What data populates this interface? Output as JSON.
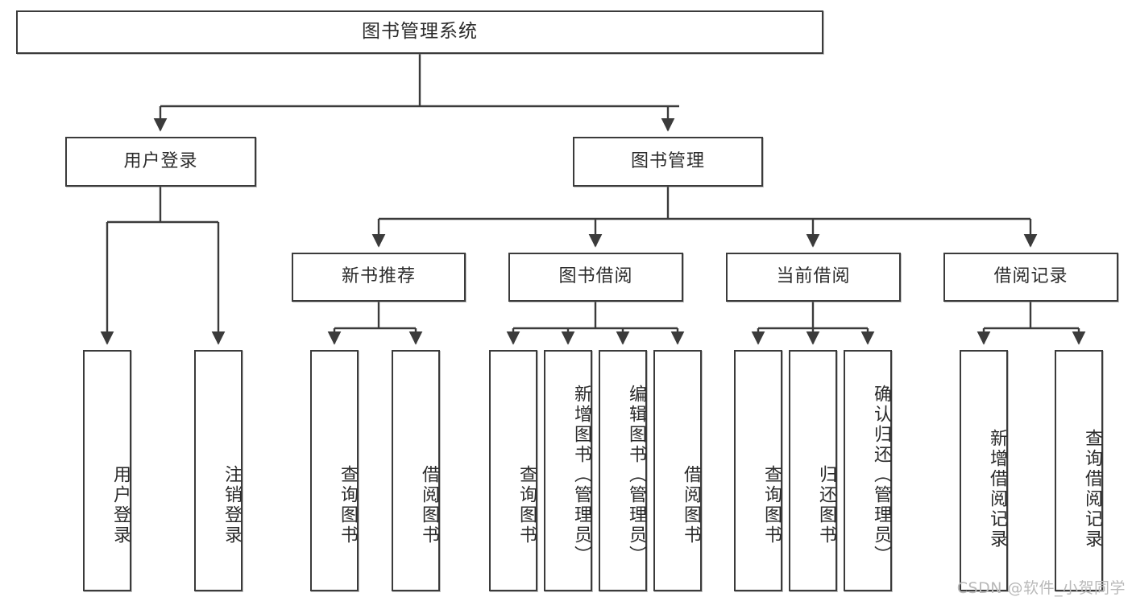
{
  "diagram": {
    "type": "tree-hierarchy-functional-decomposition",
    "root": {
      "id": "root",
      "label": "图书管理系统"
    },
    "level2": [
      {
        "id": "user-login",
        "label": "用户登录"
      },
      {
        "id": "book-management",
        "label": "图书管理"
      }
    ],
    "level3": [
      {
        "id": "new-book-recommend",
        "label": "新书推荐",
        "parent": "book-management"
      },
      {
        "id": "book-borrow",
        "label": "图书借阅",
        "parent": "book-management"
      },
      {
        "id": "current-borrow",
        "label": "当前借阅",
        "parent": "book-management"
      },
      {
        "id": "borrow-record",
        "label": "借阅记录",
        "parent": "book-management"
      }
    ],
    "leaves": [
      {
        "id": "leaf-user-login",
        "label": "用户登录",
        "parent": "user-login"
      },
      {
        "id": "leaf-logout",
        "label": "注销登录",
        "parent": "user-login"
      },
      {
        "id": "leaf-query-book-1",
        "label": "查询图书",
        "parent": "new-book-recommend"
      },
      {
        "id": "leaf-borrow-book-1",
        "label": "借阅图书",
        "parent": "new-book-recommend"
      },
      {
        "id": "leaf-query-book-2",
        "label": "查询图书",
        "parent": "book-borrow"
      },
      {
        "id": "leaf-add-book",
        "label": "新增图书（管理员）",
        "parent": "book-borrow"
      },
      {
        "id": "leaf-edit-book",
        "label": "编辑图书（管理员）",
        "parent": "book-borrow"
      },
      {
        "id": "leaf-borrow-book-2",
        "label": "借阅图书",
        "parent": "book-borrow"
      },
      {
        "id": "leaf-query-book-3",
        "label": "查询图书",
        "parent": "current-borrow"
      },
      {
        "id": "leaf-return-book",
        "label": "归还图书",
        "parent": "current-borrow"
      },
      {
        "id": "leaf-confirm-return",
        "label": "确认归还（管理员）",
        "parent": "current-borrow"
      },
      {
        "id": "leaf-add-record",
        "label": "新增借阅记录",
        "parent": "borrow-record"
      },
      {
        "id": "leaf-query-record",
        "label": "查询借阅记录",
        "parent": "borrow-record"
      }
    ]
  },
  "watermark": {
    "text": "CSDN @软件_小贺同学"
  },
  "colors": {
    "stroke": "#3b3b3b",
    "box_fill": "#ffffff",
    "text": "#2b2b2b",
    "watermark": "#b9b9b9",
    "page_bg": "#ffffff"
  }
}
